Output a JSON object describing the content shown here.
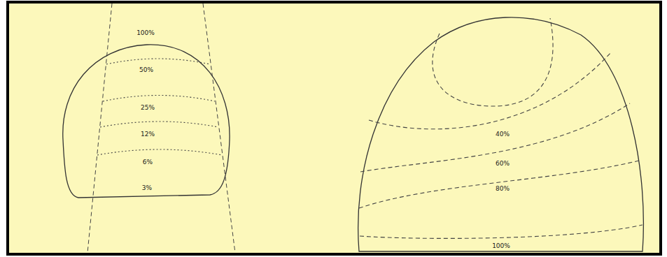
{
  "diagram": {
    "labels": [
      "100%",
      "50%",
      "25%",
      "12%",
      "6%",
      "3%",
      "40%",
      "60%",
      "80%",
      "100%"
    ]
  }
}
